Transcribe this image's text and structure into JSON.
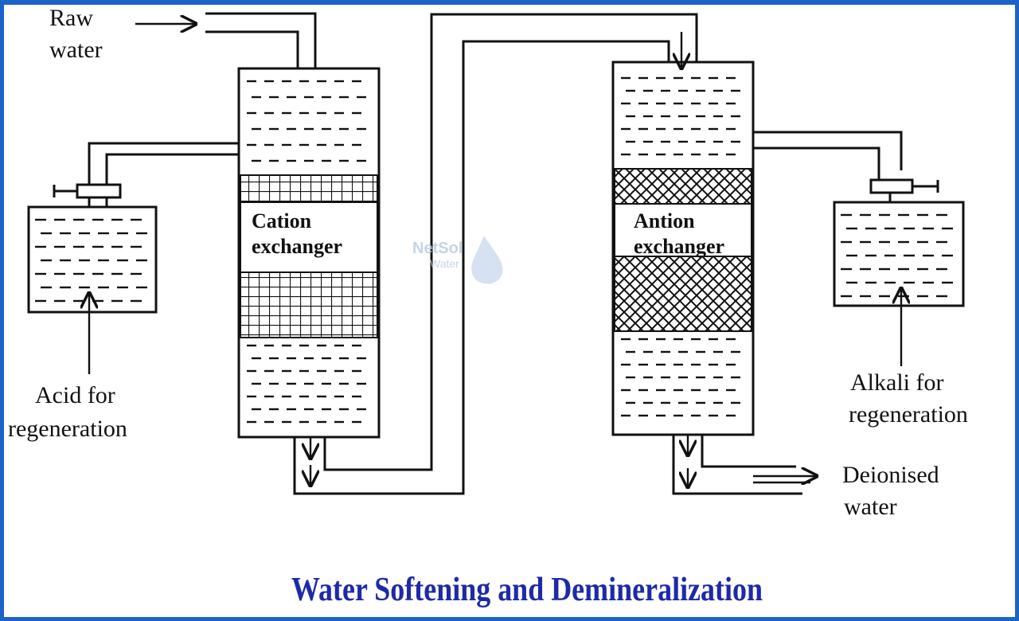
{
  "labels": {
    "raw_water_line1": "Raw",
    "raw_water_line2": "water",
    "acid_line1": "Acid for",
    "acid_line2": "regeneration",
    "cation_line1": "Cation",
    "cation_line2": "exchanger",
    "anion_line1": "Antion",
    "anion_line2": "exchanger",
    "alkali_line1": "Alkali for",
    "alkali_line2": "regeneration",
    "deionised_line1": "Deionised",
    "deionised_line2": "water"
  },
  "watermark": {
    "line1": "NetSol",
    "line2": "Water"
  },
  "title": "Water Softening and Demineralization",
  "colors": {
    "frame": "#1b63c9",
    "title": "#1d2aa8",
    "ink": "#111111"
  }
}
